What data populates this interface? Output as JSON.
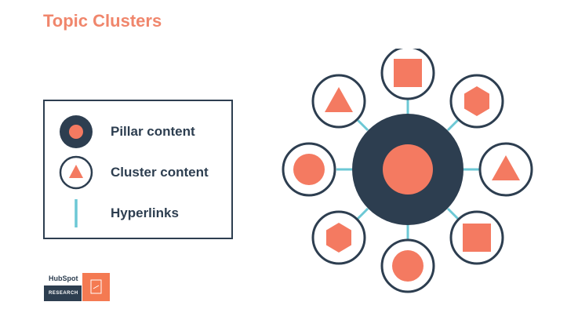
{
  "title": "Topic Clusters",
  "legend": {
    "items": [
      {
        "label": "Pillar content",
        "icon": "pillar-icon"
      },
      {
        "label": "Cluster content",
        "icon": "cluster-icon"
      },
      {
        "label": "Hyperlinks",
        "icon": "hyperlink-icon"
      }
    ]
  },
  "logo": {
    "brand": "HubSpot",
    "tag": "RESEARCH"
  },
  "colors": {
    "navy": "#2d3e50",
    "coral": "#f47a61",
    "link": "#6cc8d5",
    "title": "#f0866c"
  },
  "diagram": {
    "hub": "pillar",
    "satellites": [
      "square",
      "hexagon",
      "triangle",
      "square",
      "circle",
      "hexagon",
      "circle",
      "triangle"
    ]
  }
}
